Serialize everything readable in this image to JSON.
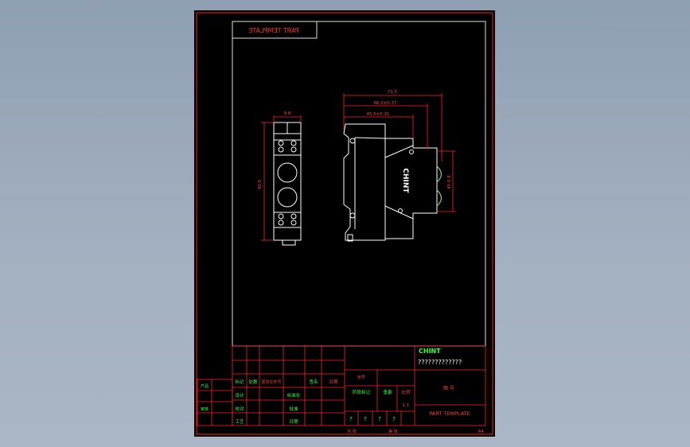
{
  "drawing": {
    "template_name_mirrored": "PART TEMPLATE",
    "brand": "CHINT",
    "brand_on_part": "CHINT",
    "placeholder_title": "?????????????",
    "part_template": "PART TEMPLATE",
    "sheet_tag": "A4",
    "scale": "1:1",
    "drawing_no": "图 号",
    "qmarks": [
      "?",
      "?",
      "?",
      "?"
    ]
  },
  "dimensions": {
    "front_width": "9.8",
    "front_height": "90.5",
    "side_overall": "71.5",
    "side_mid": "66.2±0.37",
    "side_inner": "45.5±0.31",
    "side_right": "45 0.8"
  },
  "title_block": {
    "left_labels": [
      "产品",
      "设计",
      "校对",
      "审核",
      "工艺",
      "标准化",
      "批准",
      "日期"
    ],
    "rev_row": [
      "标记",
      "处数",
      "更改文件号",
      "签名",
      "日期"
    ],
    "mid_labels": [
      "阶段标记",
      "重量",
      "比例"
    ],
    "small_tags": [
      "序号",
      "共 张",
      "第 张"
    ]
  },
  "colors": {
    "frame": "#ff2020",
    "text_green": "#39ff39",
    "part_white": "#ffffff",
    "brand_yellow": "#ffff40",
    "sheet_bg": "#000000",
    "window_bg": "#9aa8b9"
  }
}
